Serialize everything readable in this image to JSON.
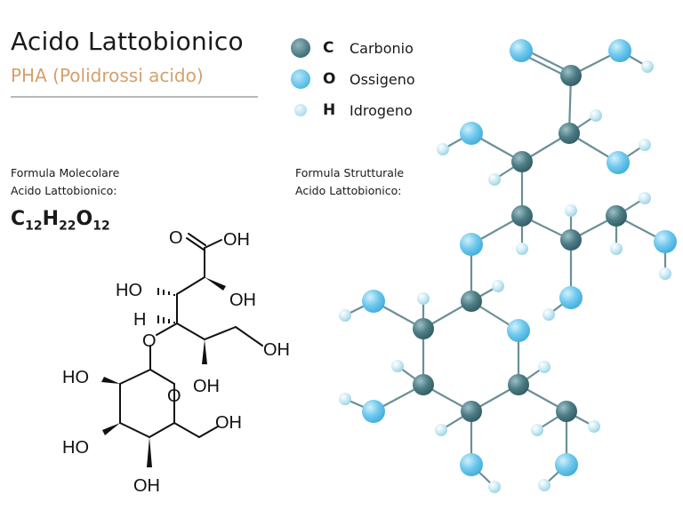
{
  "header": {
    "title": "Acido Lattobionico",
    "subtitle": "PHA (Polidrossi acido)"
  },
  "colors": {
    "subtitle": "#d4a06c",
    "carbon": "#4a7a83",
    "oxygen": "#6ec9ee",
    "hydrogen": "#c7e9f3"
  },
  "legend": [
    {
      "symbol": "C",
      "name": "Carbonio",
      "icon": "carbon-atom-icon"
    },
    {
      "symbol": "O",
      "name": "Ossigeno",
      "icon": "oxygen-atom-icon"
    },
    {
      "symbol": "H",
      "name": "Idrogeno",
      "icon": "hydrogen-atom-icon"
    }
  ],
  "molecular": {
    "label_line1": "Formula Molecolare",
    "label_line2": "Acido Lattobionico:",
    "formula": {
      "c": "C",
      "c_n": "12",
      "h": "H",
      "h_n": "22",
      "o": "O",
      "o_n": "12"
    }
  },
  "structural": {
    "label_line1": "Formula Strutturale",
    "label_line2": "Acido Lattobionico:"
  },
  "skeletal_labels": {
    "o_carbonyl": "O",
    "oh_acid": "OH",
    "ho_c2": "HO",
    "oh_c2": "OH",
    "h_c4": "H",
    "o_bridge": "O",
    "oh_c6": "OH",
    "oh_c5": "OH",
    "ho_ring_top": "HO",
    "o_ring": "O",
    "oh_ch2": "OH",
    "ho_ring_mid": "HO",
    "oh_ring_bottom": "OH"
  }
}
